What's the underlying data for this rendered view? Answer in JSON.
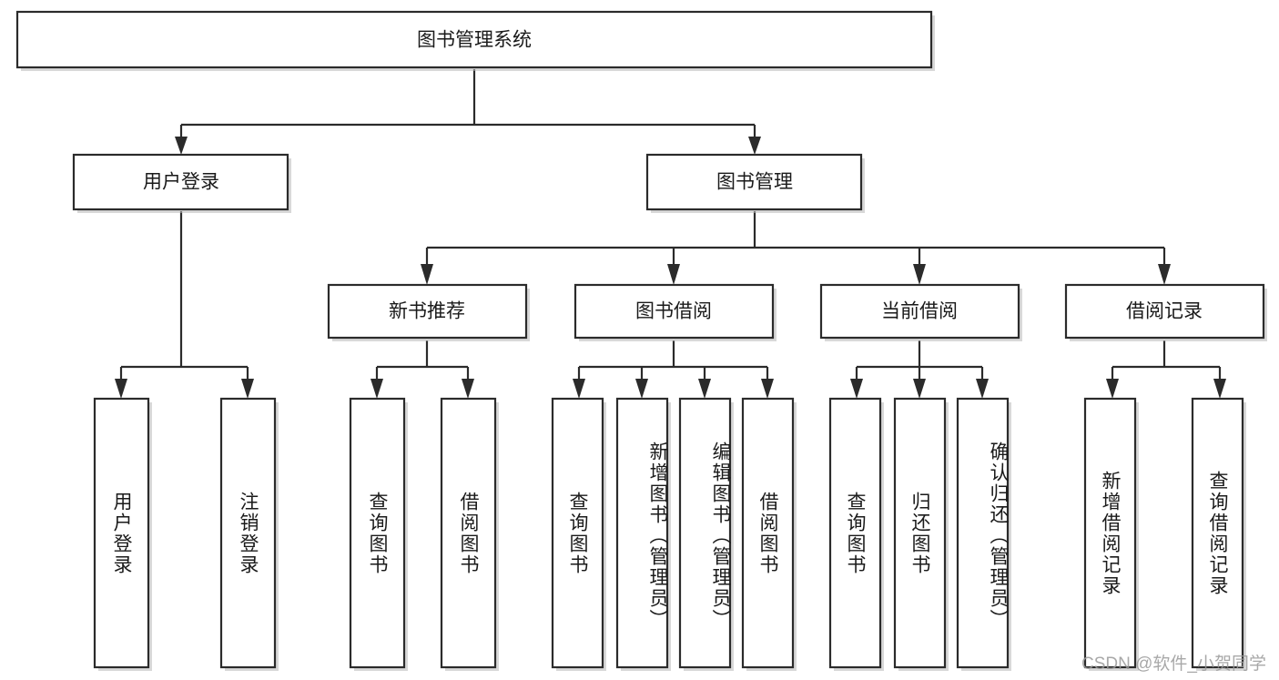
{
  "diagram": {
    "type": "tree",
    "title": "图书管理系统",
    "orientation": "top-down",
    "colors": {
      "box_stroke": "#2b2b2b",
      "box_fill": "#ffffff",
      "edge": "#2b2b2b",
      "text": "#1a1a1a",
      "watermark": "#9a9a9a",
      "background": "#ffffff"
    },
    "root": {
      "label": "图书管理系统"
    },
    "level2": [
      {
        "label": "用户登录"
      },
      {
        "label": "图书管理"
      }
    ],
    "level3": [
      {
        "label": "新书推荐"
      },
      {
        "label": "图书借阅"
      },
      {
        "label": "当前借阅"
      },
      {
        "label": "借阅记录"
      }
    ],
    "leaves": {
      "user_login": [
        {
          "label": "用户登录"
        },
        {
          "label": "注销登录"
        }
      ],
      "new_book_recommend": [
        {
          "label": "查询图书"
        },
        {
          "label": "借阅图书"
        }
      ],
      "book_borrow": [
        {
          "label": "查询图书"
        },
        {
          "label": "新增图书（管理员）"
        },
        {
          "label": "编辑图书（管理员）"
        },
        {
          "label": "借阅图书"
        }
      ],
      "current_borrow": [
        {
          "label": "查询图书"
        },
        {
          "label": "归还图书"
        },
        {
          "label": "确认归还（管理员）"
        }
      ],
      "borrow_record": [
        {
          "label": "新增借阅记录"
        },
        {
          "label": "查询借阅记录"
        }
      ]
    }
  },
  "watermark": {
    "text": "CSDN @软件_小贺同学"
  }
}
